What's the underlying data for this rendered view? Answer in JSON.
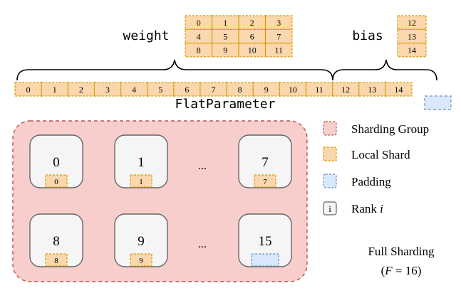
{
  "weight": {
    "label": "weight",
    "rows": [
      [
        "0",
        "1",
        "2",
        "3"
      ],
      [
        "4",
        "5",
        "6",
        "7"
      ],
      [
        "8",
        "9",
        "10",
        "11"
      ]
    ]
  },
  "bias": {
    "label": "bias",
    "cells": [
      "12",
      "13",
      "14"
    ]
  },
  "flat_parameter": {
    "label": "FlatParameter",
    "cells": [
      "0",
      "1",
      "2",
      "3",
      "4",
      "5",
      "6",
      "7",
      "8",
      "9",
      "10",
      "11",
      "12",
      "13",
      "14"
    ]
  },
  "ranks": {
    "row1": [
      {
        "rank": "0",
        "shard": "0"
      },
      {
        "rank": "1",
        "shard": "1"
      },
      {
        "rank": "7",
        "shard": "7"
      }
    ],
    "row2": [
      {
        "rank": "8",
        "shard": "8"
      },
      {
        "rank": "9",
        "shard": "9"
      },
      {
        "rank": "15",
        "shard": ""
      }
    ],
    "ellipsis": "..."
  },
  "legend": {
    "sharding_group": "Sharding Group",
    "local_shard": "Local Shard",
    "padding": "Padding",
    "rank_icon": "i",
    "rank_label": "Rank",
    "rank_var": "i"
  },
  "caption": {
    "title": "Full Sharding",
    "formula_open": "(",
    "formula_var": "F",
    "formula_rest": " = 16)"
  },
  "colors": {
    "shard_fill": "#fad7ac",
    "shard_stroke": "#d79b00",
    "padding_fill": "#dae8fc",
    "padding_stroke": "#6c8ebf",
    "group_fill": "#f8cecc",
    "group_stroke": "#b85450",
    "rank_box_fill": "#f5f5f5",
    "rank_box_stroke": "#666666"
  }
}
